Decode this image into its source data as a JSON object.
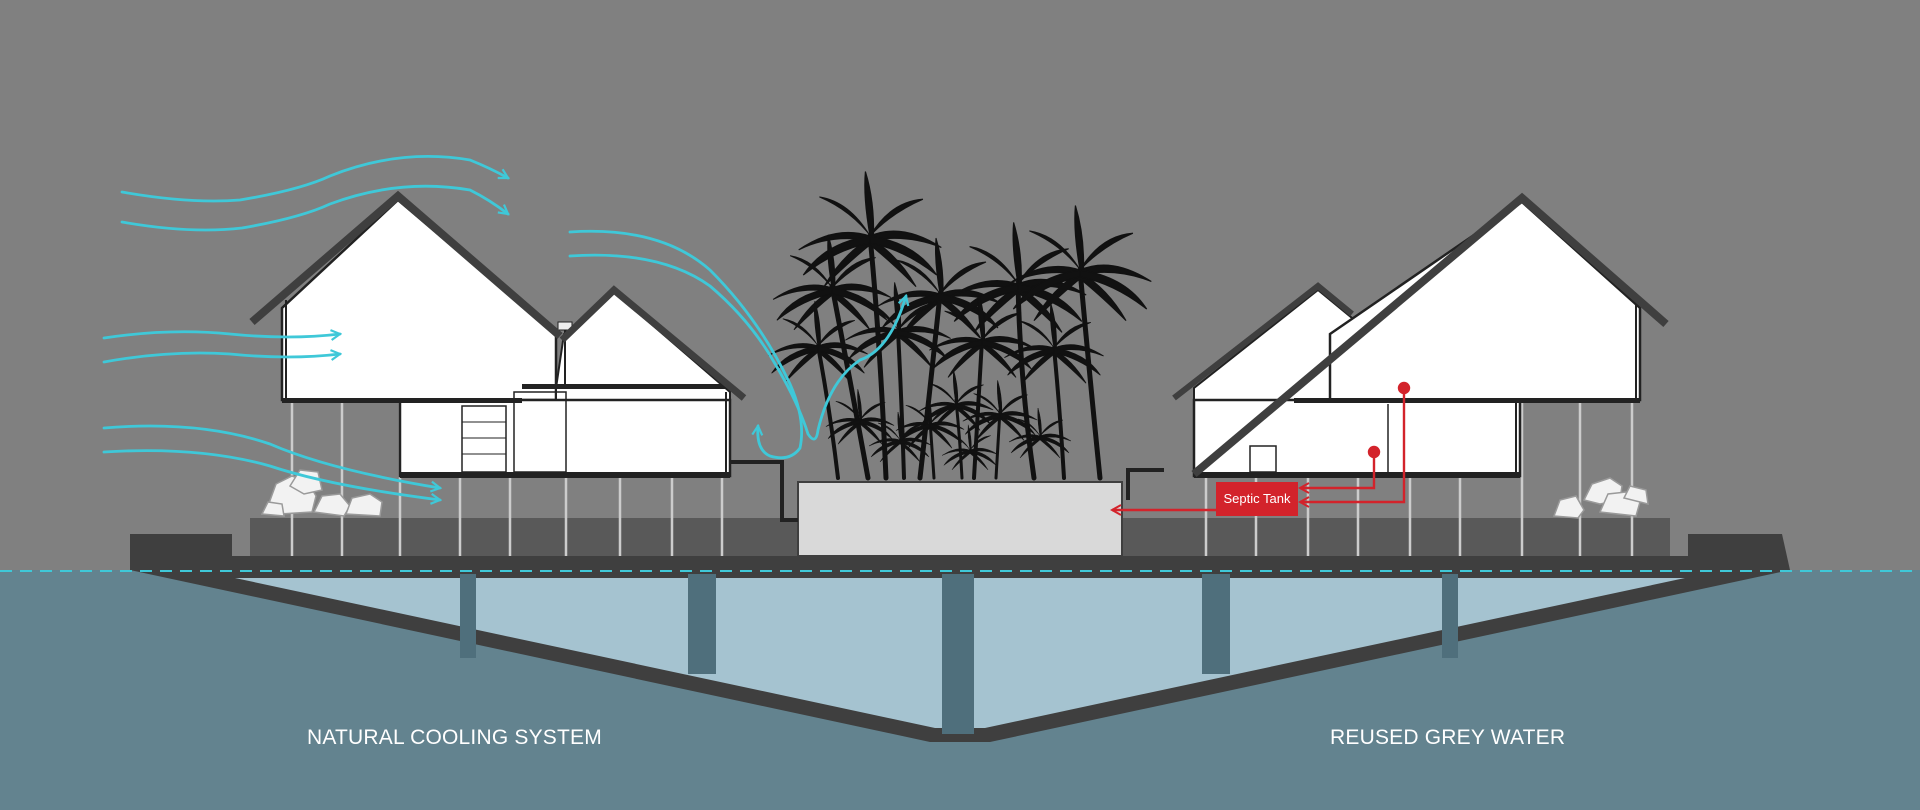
{
  "labels": {
    "natural_cooling": "NATURAL COOLING SYSTEM",
    "reused_grey_water": "REUSED GREY WATER",
    "septic_tank": "Septic Tank"
  },
  "colors": {
    "sky": "#808080",
    "water": "#63838f",
    "water_light": "#a5c3d0",
    "ground": "#595959",
    "deck": "#3f3f3f",
    "wind_arrow": "#3fc8d8",
    "grey_water_pipe": "#d3232b",
    "septic_tank": "#d3232b",
    "waterline": "#3fc8d8",
    "building": "#ffffff",
    "outline": "#222222",
    "palm": "#111111",
    "planter": "#d9d9d9"
  }
}
